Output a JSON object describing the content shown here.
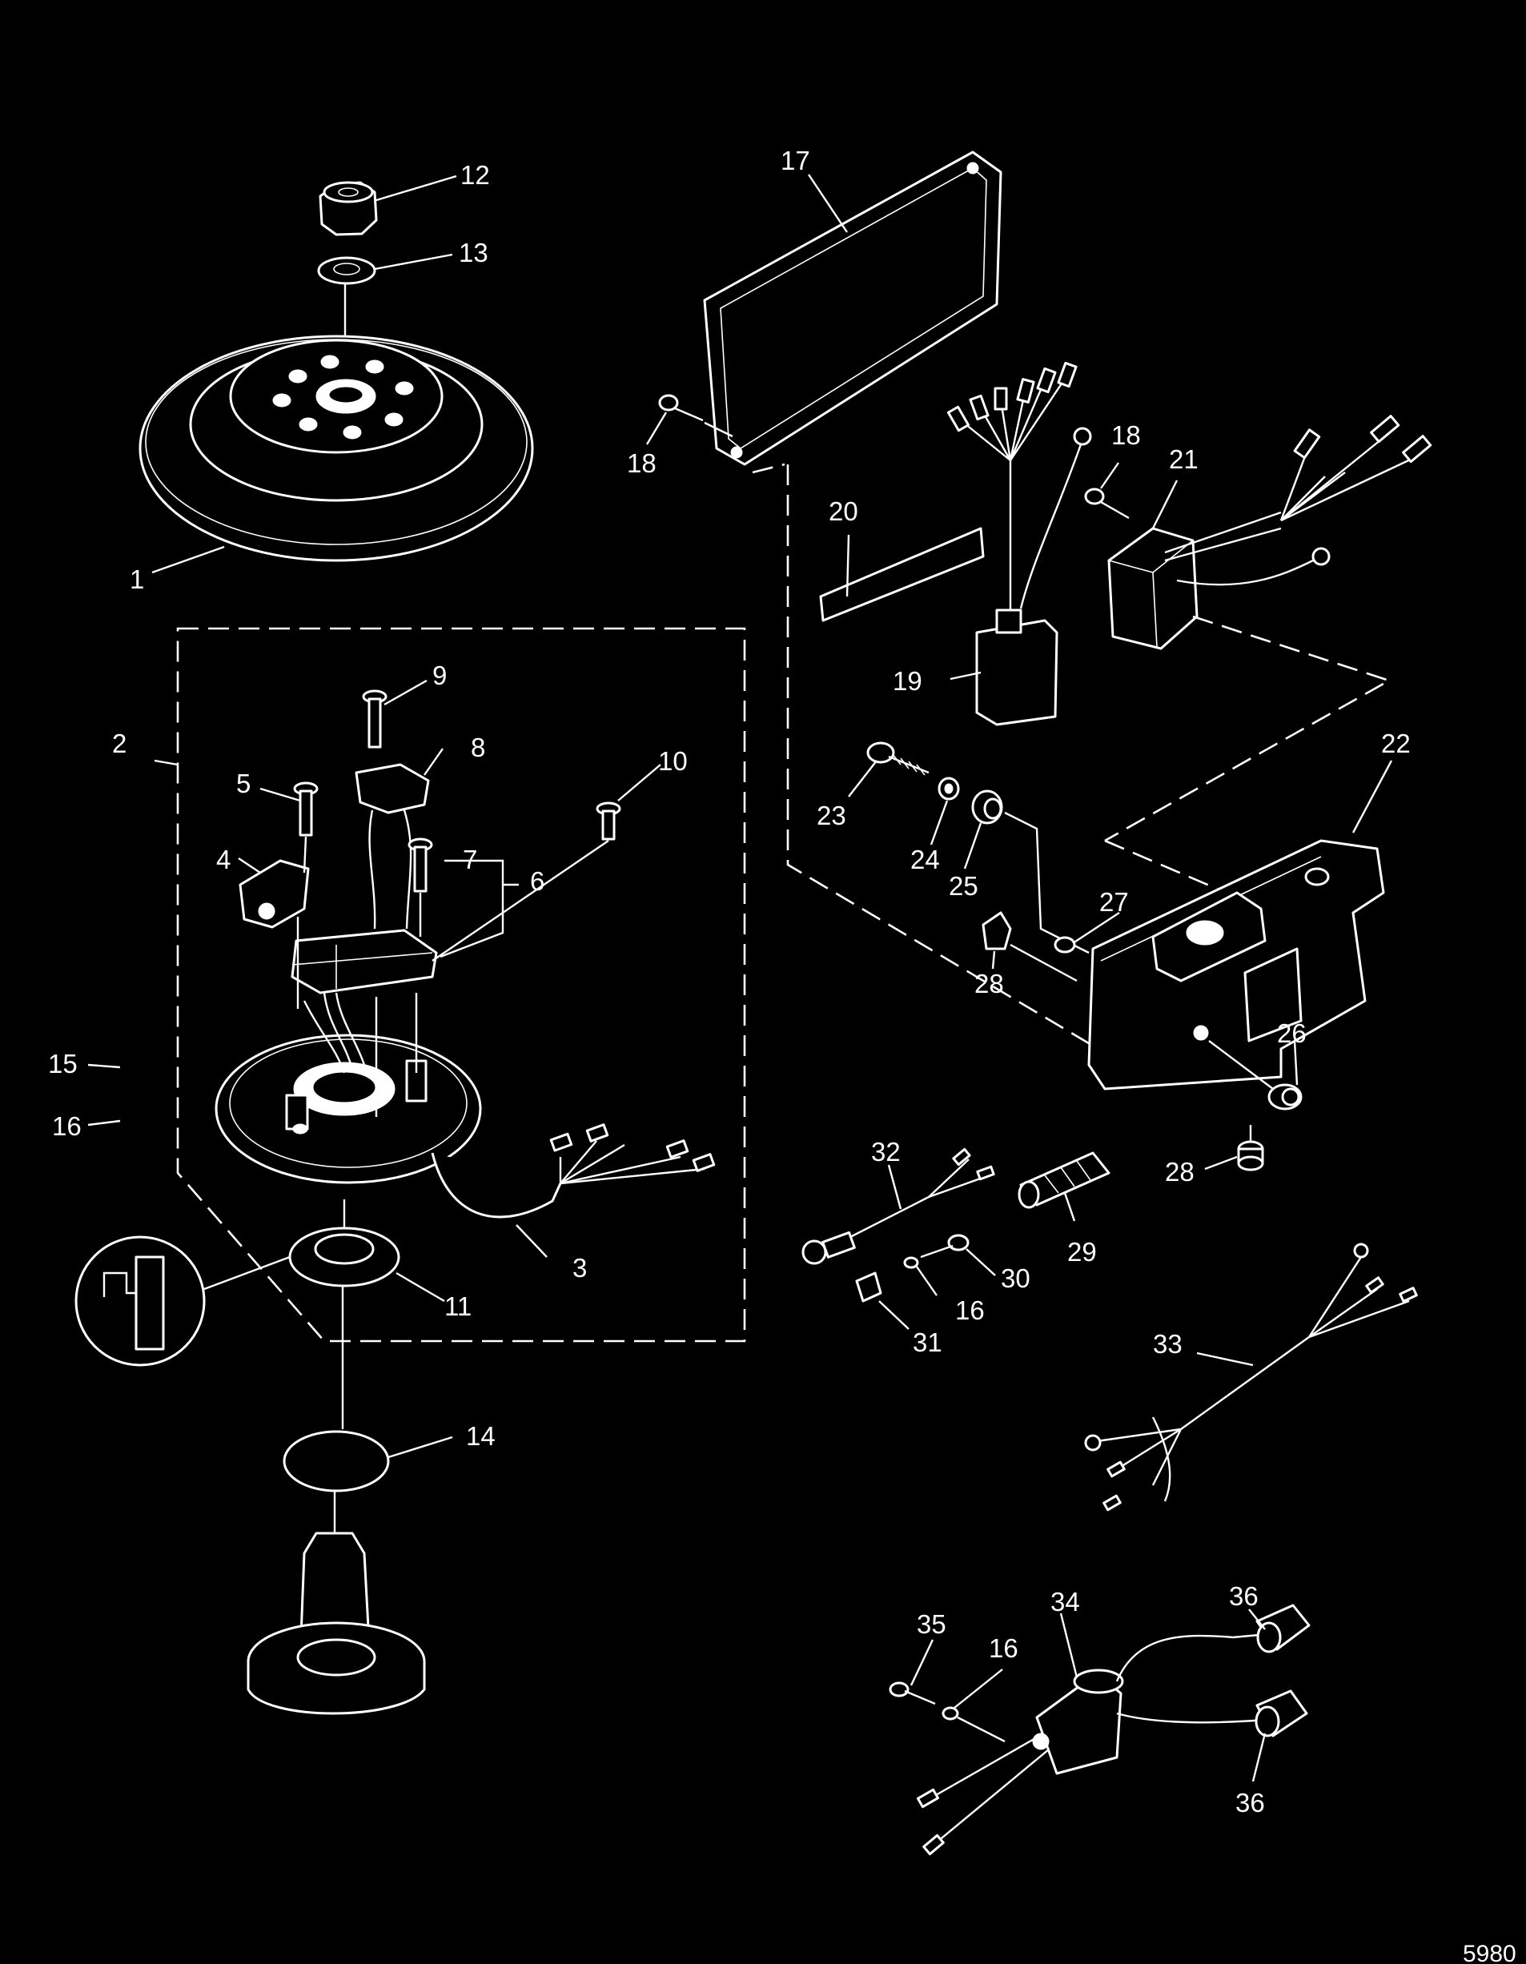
{
  "figure_number": "5980",
  "callouts": {
    "c1": "1",
    "c2": "2",
    "c3": "3",
    "c4": "4",
    "c5": "5",
    "c6": "6",
    "c7": "7",
    "c8": "8",
    "c9": "9",
    "c10": "10",
    "c11": "11",
    "c12": "12",
    "c13": "13",
    "c14": "14",
    "c15": "15",
    "c16a": "16",
    "c16b": "16",
    "c16c": "16",
    "c17": "17",
    "c18a": "18",
    "c18b": "18",
    "c19": "19",
    "c20": "20",
    "c21": "21",
    "c22": "22",
    "c23": "23",
    "c24": "24",
    "c25": "25",
    "c26": "26",
    "c27": "27",
    "c28a": "28",
    "c28b": "28",
    "c29": "29",
    "c30": "30",
    "c31": "31",
    "c32": "32",
    "c33": "33",
    "c34": "34",
    "c35": "35",
    "c36a": "36",
    "c36b": "36"
  }
}
